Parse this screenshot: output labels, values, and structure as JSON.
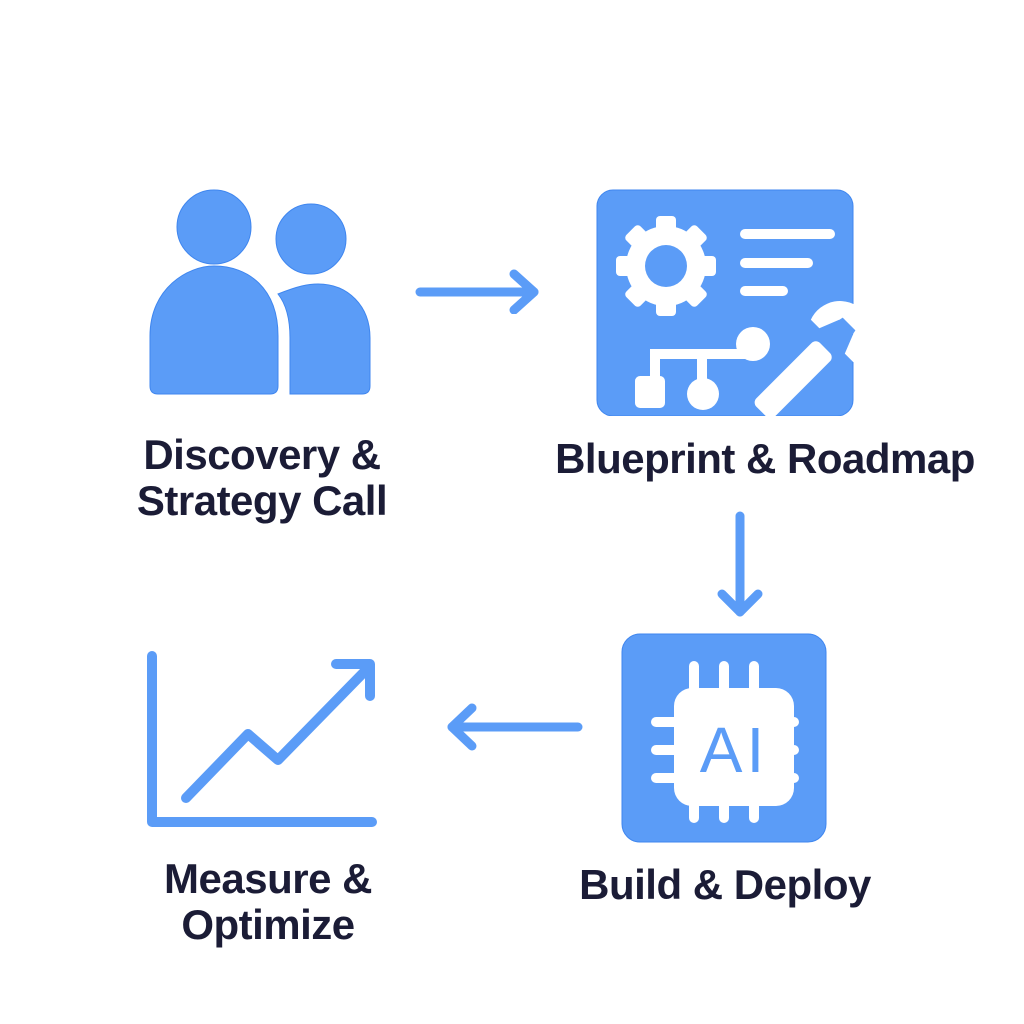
{
  "colors": {
    "accent": "#5b9cf7",
    "accent_stroke": "#3f86ef",
    "text": "#1b1c36",
    "background": "#ffffff"
  },
  "steps": [
    {
      "id": "discovery",
      "icon": "people-icon",
      "label_lines": [
        "Discovery &",
        "Strategy Call"
      ]
    },
    {
      "id": "blueprint",
      "icon": "blueprint-gear-wrench-icon",
      "label_lines": [
        "Blueprint & Roadmap"
      ]
    },
    {
      "id": "build",
      "icon": "ai-chip-icon",
      "label_lines": [
        "Build & Deploy"
      ],
      "chip_text": "AI"
    },
    {
      "id": "measure",
      "icon": "growth-chart-icon",
      "label_lines": [
        "Measure &",
        "Optimize"
      ]
    }
  ],
  "connectors": [
    {
      "from": "discovery",
      "to": "blueprint",
      "direction": "right"
    },
    {
      "from": "blueprint",
      "to": "build",
      "direction": "down"
    },
    {
      "from": "build",
      "to": "measure",
      "direction": "left"
    }
  ]
}
